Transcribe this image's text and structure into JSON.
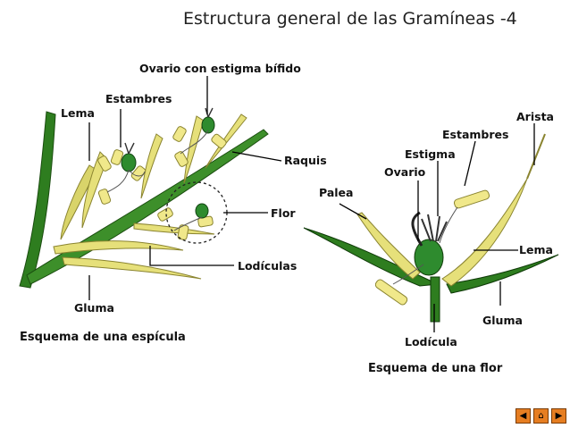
{
  "title": "Estructura general de las Gramíneas -4",
  "left_diagram": {
    "caption": "Esquema de una espícula",
    "labels": {
      "ovario": "Ovario con estigma bífido",
      "estambres": "Estambres",
      "lema": "Lema",
      "raquis": "Raquis",
      "flor": "Flor",
      "lodiculas": "Lodículas",
      "gluma": "Gluma"
    }
  },
  "right_diagram": {
    "caption": "Esquema de una flor",
    "labels": {
      "arista": "Arista",
      "estambres": "Estambres",
      "estigma": "Estigma",
      "ovario": "Ovario",
      "palea": "Palea",
      "lema": "Lema",
      "gluma": "Gluma",
      "lodicula": "Lodícula"
    }
  },
  "nav": {
    "prev_icon": "left-arrow-icon",
    "home_icon": "home-icon",
    "next_icon": "right-arrow-icon",
    "color": "#e67e22"
  },
  "colors": {
    "stem": "#2e7d1f",
    "glume": "#e6e07a",
    "anther": "#f0e88a",
    "ovary": "#2e8b2e"
  }
}
